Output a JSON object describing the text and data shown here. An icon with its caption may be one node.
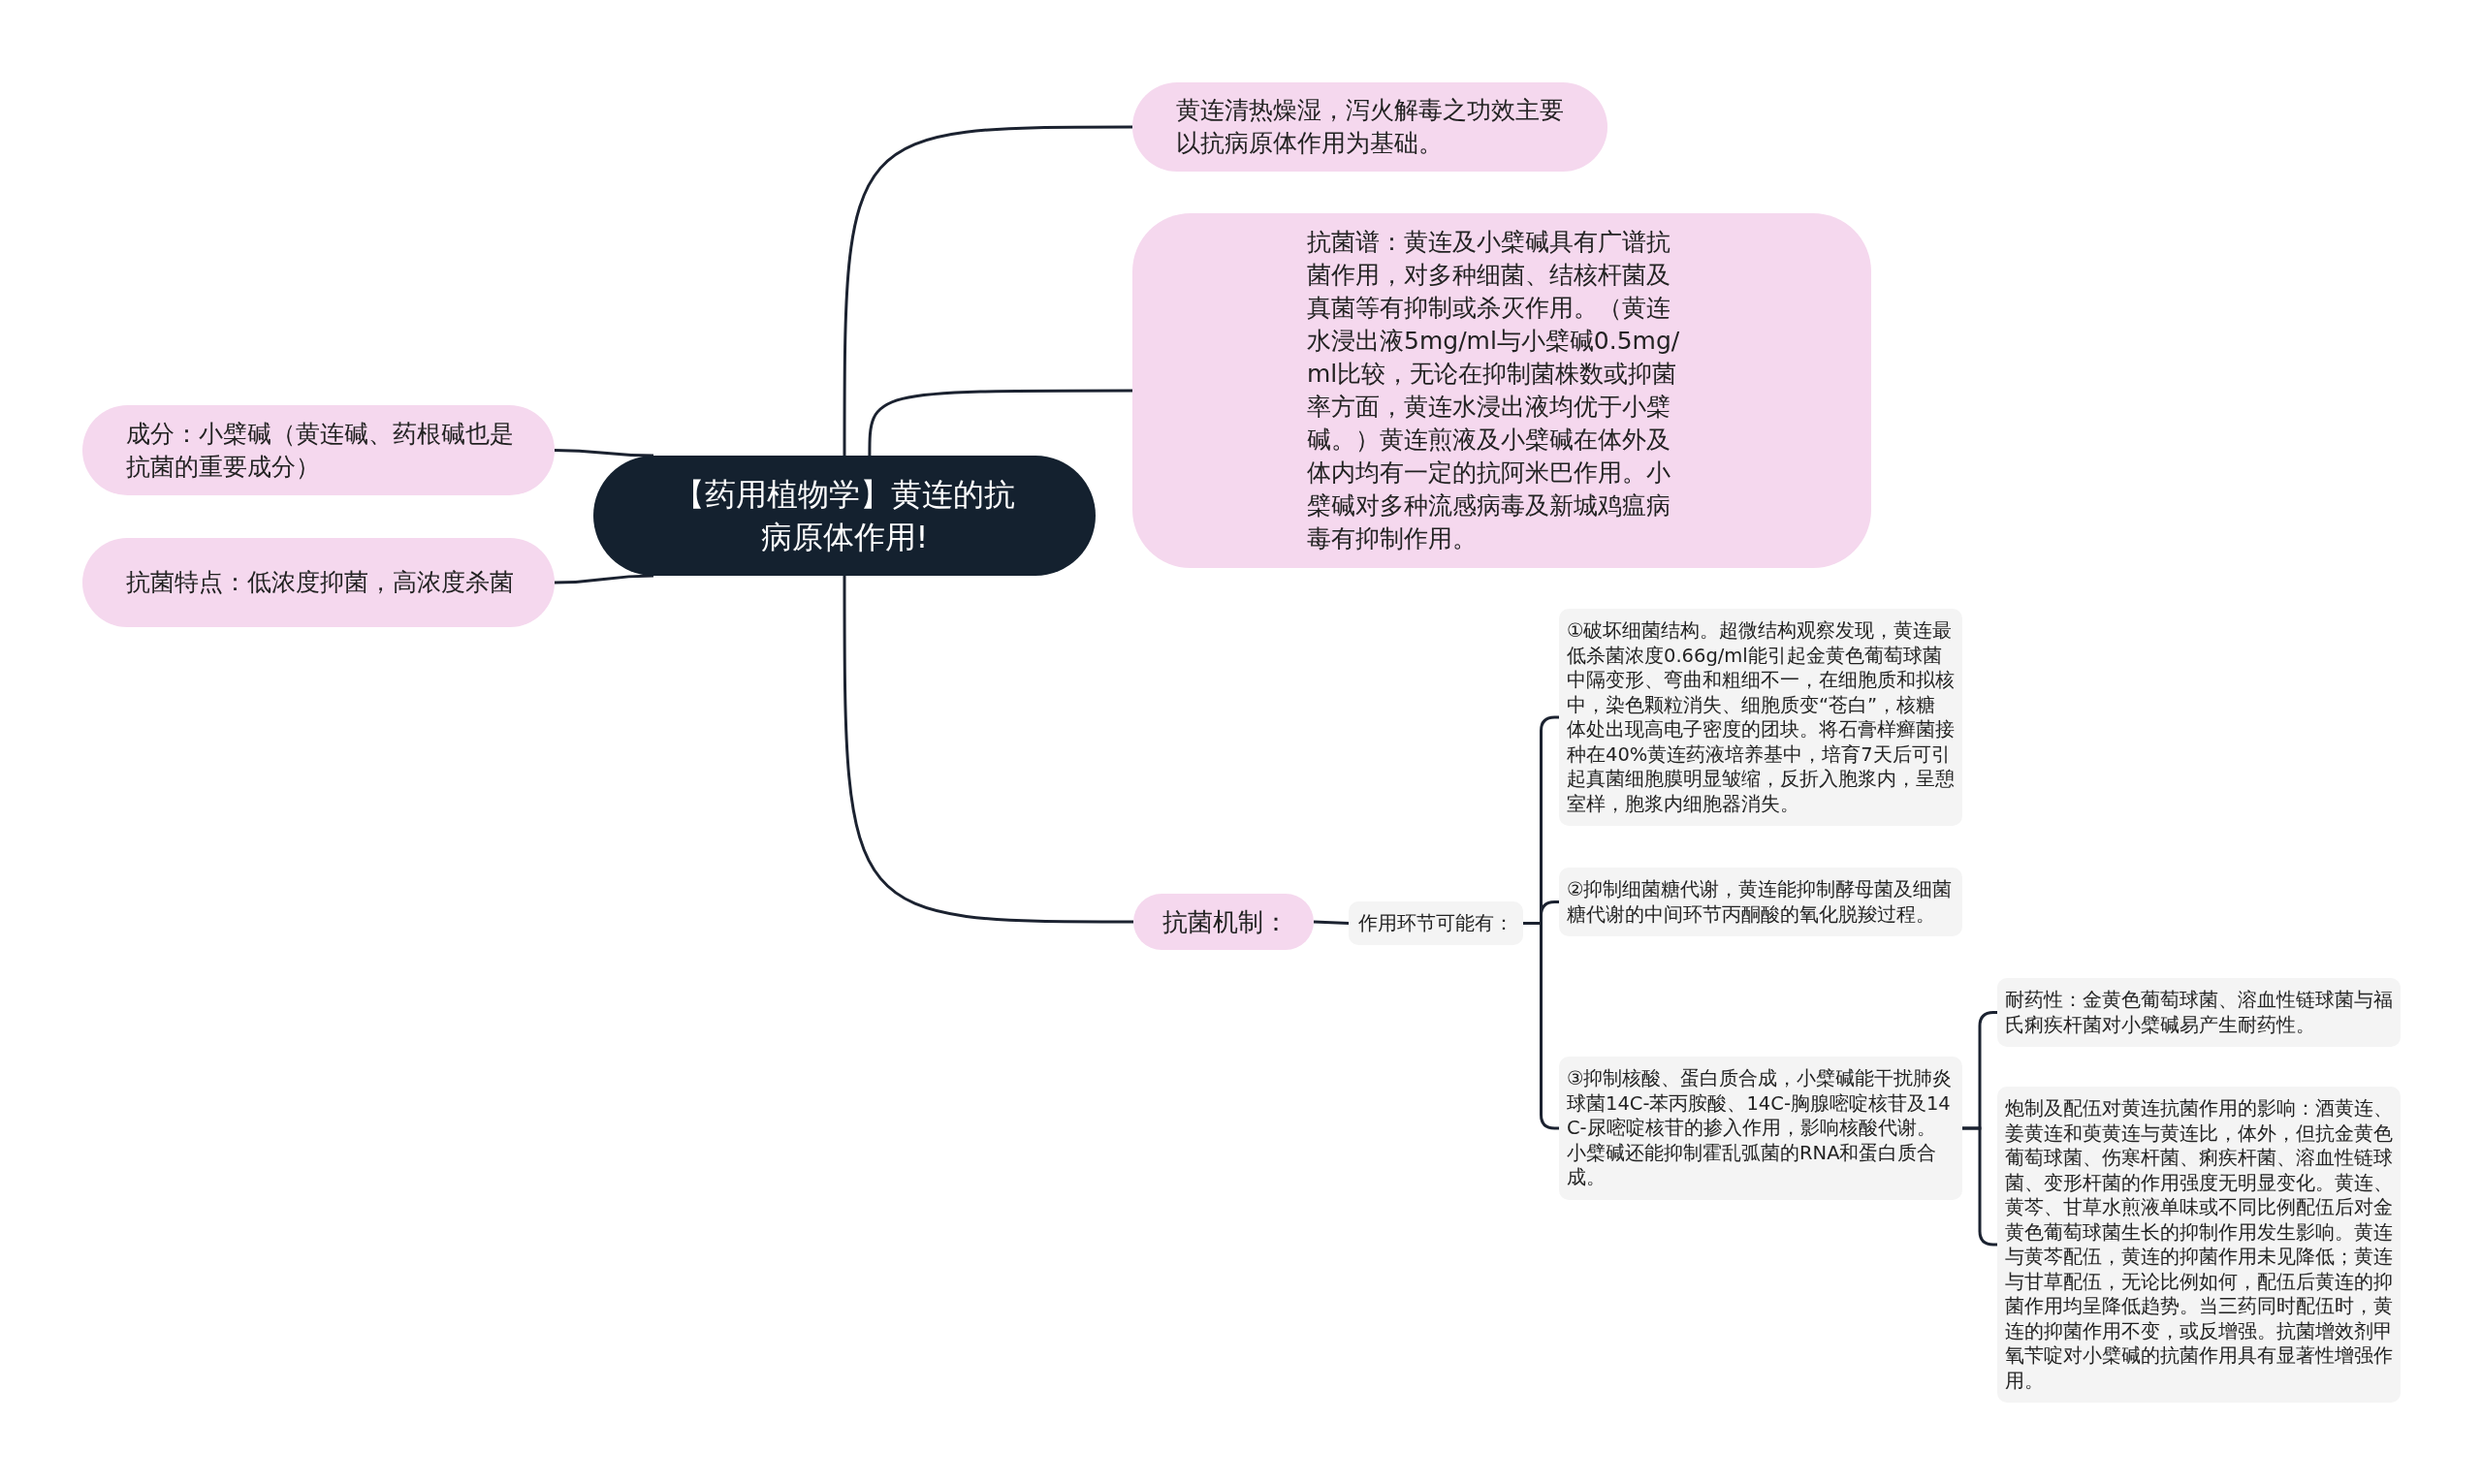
{
  "diagram": {
    "nodes": [
      {
        "text": [
          "【药用植物学】黄连的抗病原体作用!"
        ]
      },
      {
        "text": [
          "黄连清热燥湿，泻火解毒之功效主要以抗病原体作用为基础。"
        ]
      },
      {
        "text": [
          "抗菌谱：黄连及小檗碱具有广谱抗菌作用，对多种细菌、结核杆菌及真菌等有抑制或杀灭作用。（黄连水浸出液5mg/ml与小檗碱0.5mg/ml比较，无论在抑制菌株数或抑菌率方面，黄连水浸出液均优于小檗碱。）黄连煎液及小檗碱在体外及体内均有一定的抗阿米巴作用。小檗碱对多种流感病毒及新城鸡瘟病毒有抑制作用。"
        ]
      },
      {
        "text": [
          "成分：小檗碱（黄连碱、药根碱也是抗菌的重要成分）"
        ]
      },
      {
        "text": [
          "抗菌特点：低浓度抑菌，高浓度杀菌"
        ]
      },
      {
        "text": [
          "抗菌机制："
        ]
      },
      {
        "text": [
          "作用环节可能有："
        ]
      },
      {
        "text": [
          "①破坏细菌结构。超微结构观察发现，黄连最低杀菌浓度0.66g/ml能引起金黄色葡萄球菌中隔变形、弯曲和粗细不一，在细胞质和拟核中，染色颗粒消失、细胞质变“苍白”，核糖体处出现高电子密度的团块。将石膏样癣菌接种在40%黄连药液培养基中，培育7天后可引起真菌细胞膜明显皱缩，反折入胞浆内，呈憩室样，胞浆内细胞器消失。"
        ]
      },
      {
        "text": [
          "②抑制细菌糖代谢，黄连能抑制酵母菌及细菌糖代谢的中间环节丙酮酸的氧化脱羧过程。"
        ]
      },
      {
        "text": [
          "③抑制核酸、蛋白质合成，小檗碱能干扰肺炎球菌14C-苯丙胺酸、14C-胸腺嘧啶核苷及14C-尿嘧啶核苷的掺入作用，影响核酸代谢。小檗碱还能抑制霍乱弧菌的RNA和蛋白质合成。"
        ]
      },
      {
        "text": [
          "耐药性：金黄色葡萄球菌、溶血性链球菌与福氏痢疾杆菌对小檗碱易产生耐药性。"
        ]
      },
      {
        "text": [
          "炮制及配伍对黄连抗菌作用的影响：酒黄连、姜黄连和萸黄连与黄连比，体外，但抗金黄色葡萄球菌、伤寒杆菌、痢疾杆菌、溶血性链球菌、变形杆菌的作用强度无明显变化。黄连、黄芩、甘草水煎液单味或不同比例配伍后对金黄色葡萄球菌生长的抑制作用发生影响。黄连与黄芩配伍，黄连的抑菌作用未见降低；黄连与甘草配伍，无论比例如何，配伍后黄连的抑菌作用均呈降低趋势。当三药同时配伍时，黄连的抑菌作用不变，或反增强。抗菌增效剂甲氧苄啶对小檗碱的抗菌作用具有显著性增强作用。"
        ]
      }
    ],
    "edges": [
      {
        "from": 0,
        "to": 1,
        "arrow": "none"
      },
      {
        "from": 0,
        "to": 2,
        "arrow": "none"
      },
      {
        "from": 0,
        "to": 3,
        "arrow": "none"
      },
      {
        "from": 0,
        "to": 4,
        "arrow": "none"
      },
      {
        "from": 0,
        "to": 5,
        "arrow": "none"
      },
      {
        "from": 5,
        "to": 6,
        "arrow": "none"
      },
      {
        "from": 6,
        "to": 7,
        "arrow": "none"
      },
      {
        "from": 6,
        "to": 8,
        "arrow": "none"
      },
      {
        "from": 6,
        "to": 9,
        "arrow": "none"
      },
      {
        "from": 9,
        "to": 10,
        "arrow": "none"
      },
      {
        "from": 9,
        "to": 11,
        "arrow": "none"
      }
    ]
  }
}
